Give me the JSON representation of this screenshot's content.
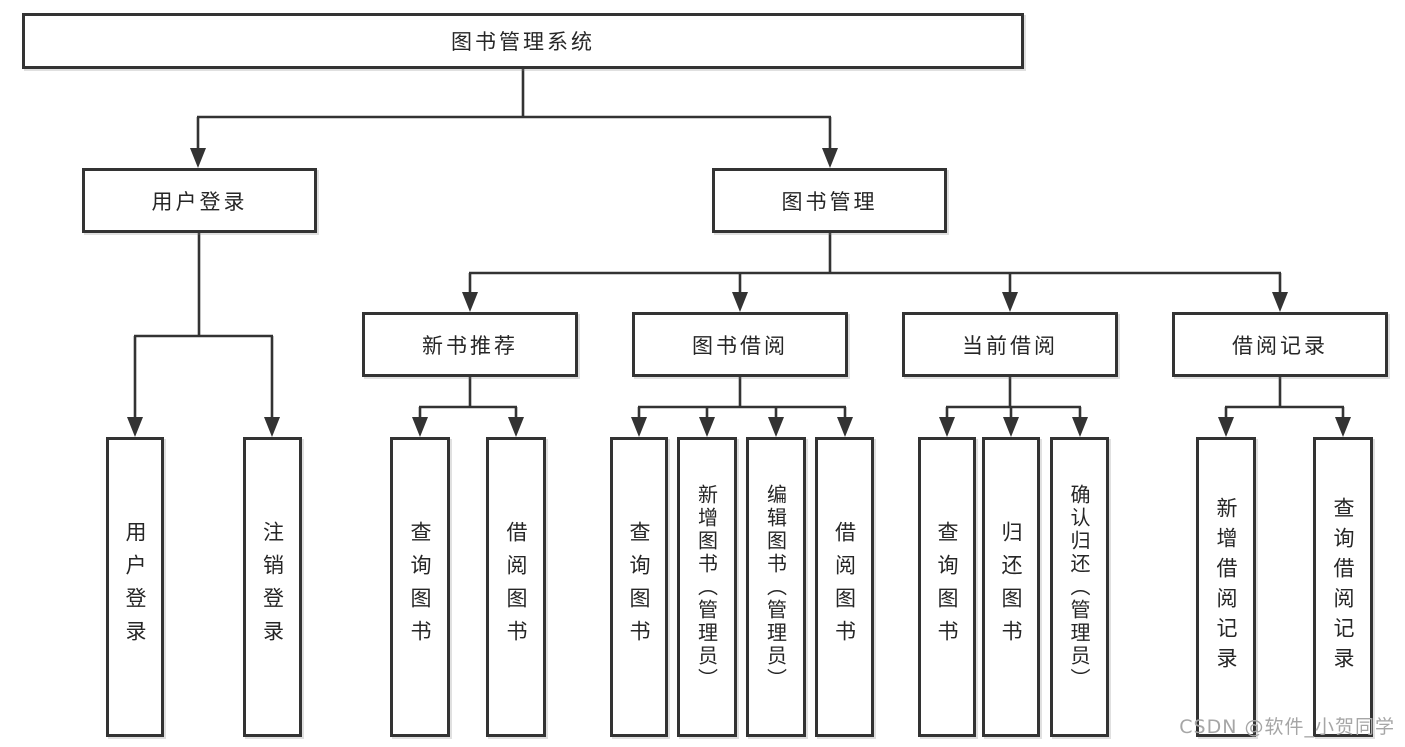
{
  "tree": {
    "root": {
      "label": "图书管理系统"
    },
    "branches": [
      {
        "label": "用户登录",
        "children": [
          {
            "label": "用户登录"
          },
          {
            "label": "注销登录"
          }
        ]
      },
      {
        "label": "图书管理",
        "children": [
          {
            "label": "新书推荐",
            "children": [
              {
                "label": "查询图书"
              },
              {
                "label": "借阅图书"
              }
            ]
          },
          {
            "label": "图书借阅",
            "children": [
              {
                "label": "查询图书"
              },
              {
                "label": "新增图书（管理员）"
              },
              {
                "label": "编辑图书（管理员）"
              },
              {
                "label": "借阅图书"
              }
            ]
          },
          {
            "label": "当前借阅",
            "children": [
              {
                "label": "查询图书"
              },
              {
                "label": "归还图书"
              },
              {
                "label": "确认归还（管理员）"
              }
            ]
          },
          {
            "label": "借阅记录",
            "children": [
              {
                "label": "新增借阅记录"
              },
              {
                "label": "查询借阅记录"
              }
            ]
          }
        ]
      }
    ]
  },
  "watermark": "CSDN @软件_小贺同学",
  "colors": {
    "line": "#333333",
    "box_border": "#333333",
    "box_fill": "#ffffff",
    "text": "#262626",
    "watermark": "#a6a6a6"
  }
}
